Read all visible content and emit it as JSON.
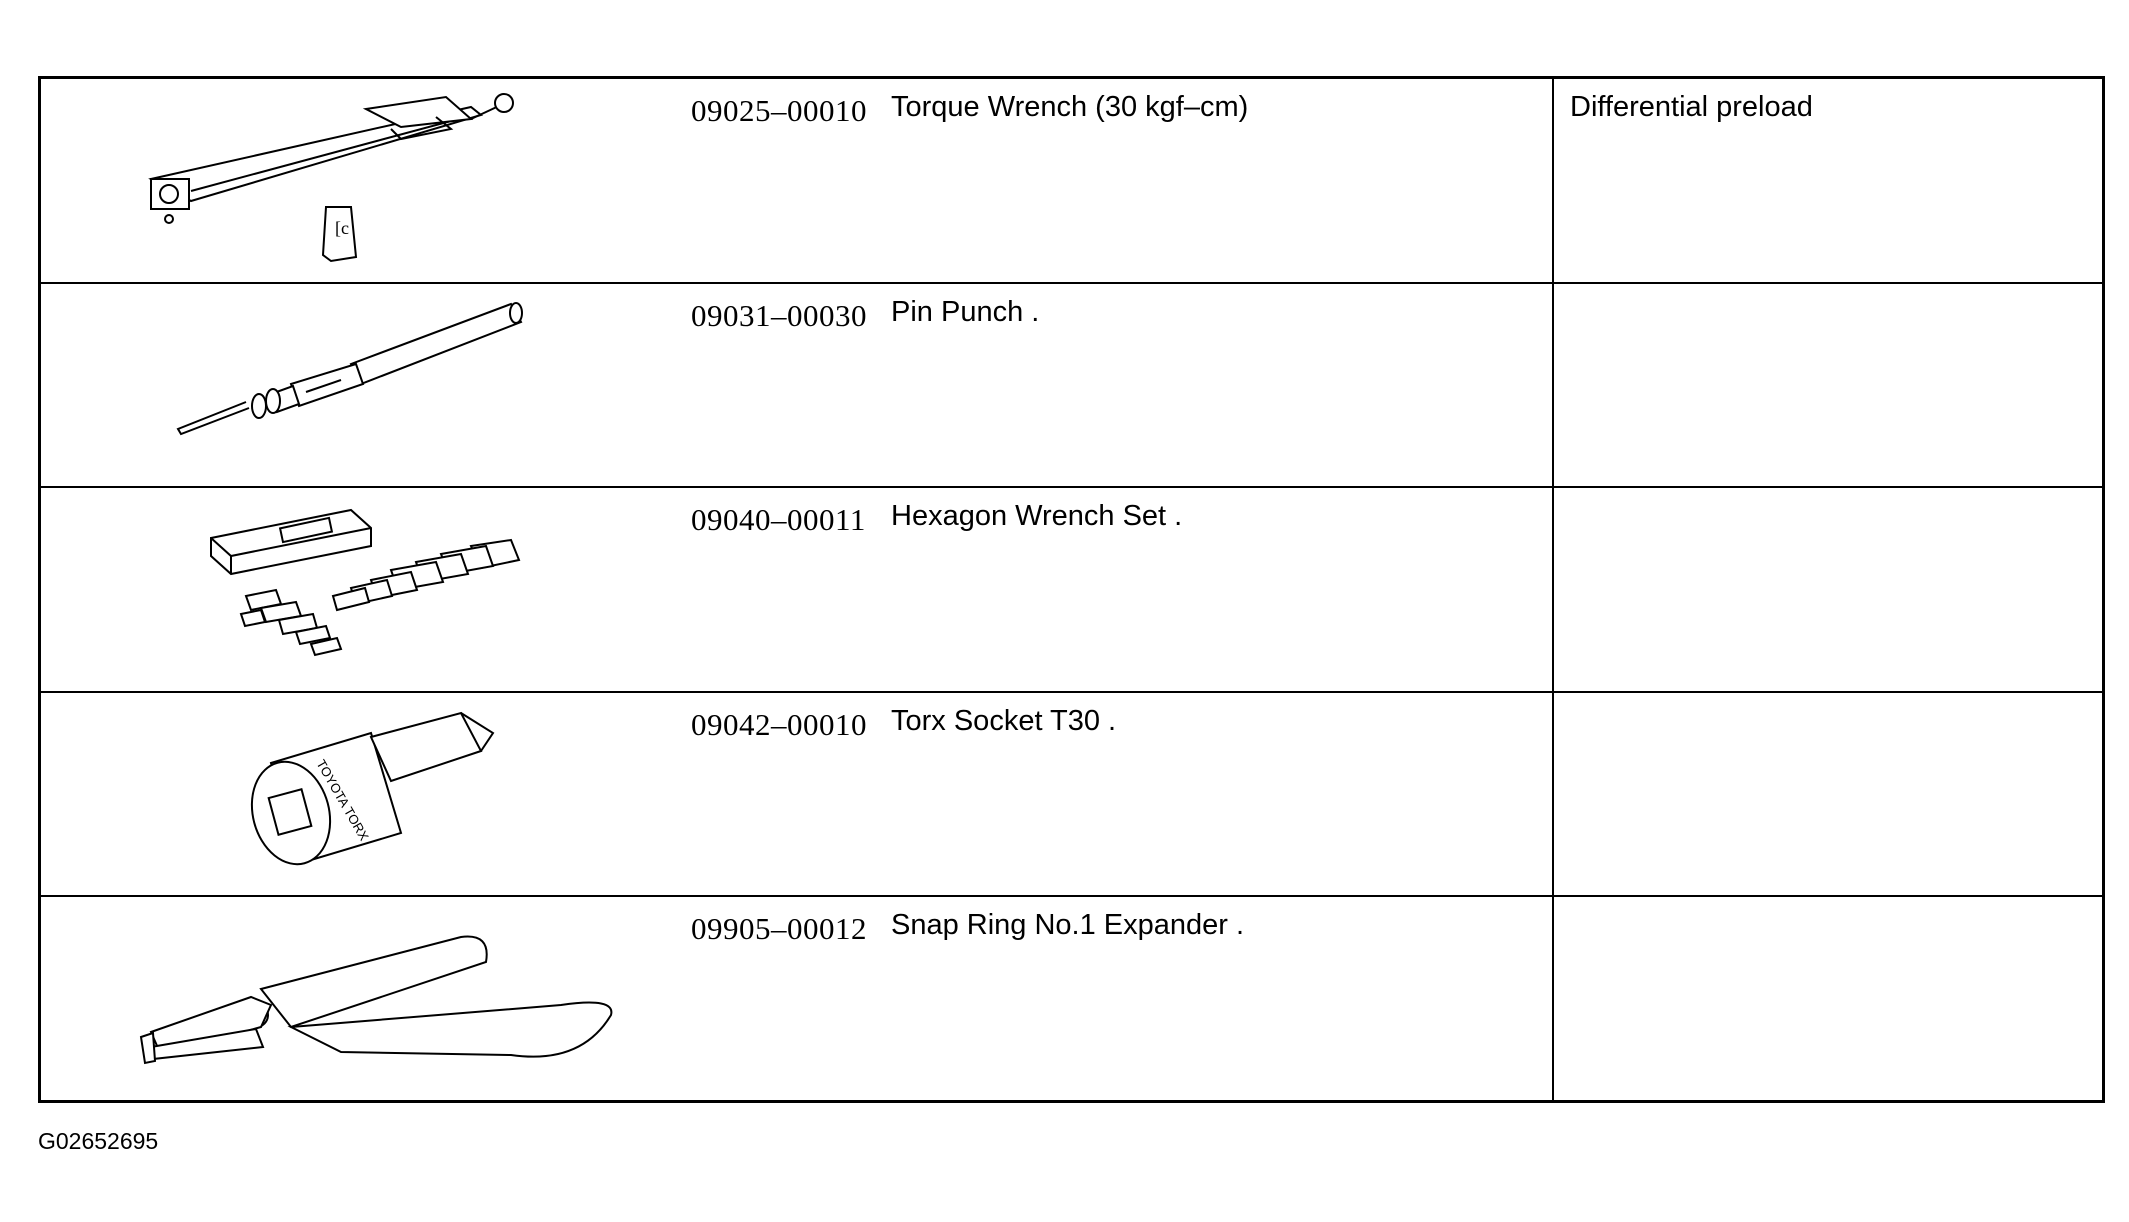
{
  "tools": [
    {
      "part_no": "09025–00010",
      "name": "Torque Wrench (30 kgf–cm)",
      "note": "Differential preload",
      "icon": "torque-wrench-illustration"
    },
    {
      "part_no": "09031–00030",
      "name": "Pin Punch .",
      "note": "",
      "icon": "pin-punch-illustration"
    },
    {
      "part_no": "09040–00011",
      "name": "Hexagon Wrench Set .",
      "note": "",
      "icon": "hexagon-wrench-set-illustration"
    },
    {
      "part_no": "09042–00010",
      "name": "Torx Socket T30 .",
      "note": "",
      "icon": "torx-socket-illustration"
    },
    {
      "part_no": "09905–00012",
      "name": "Snap Ring No.1 Expander .",
      "note": "",
      "icon": "snap-ring-expander-illustration"
    }
  ],
  "torx_socket_marking": "TOYOTA TORX",
  "figure_code": "G02652695"
}
